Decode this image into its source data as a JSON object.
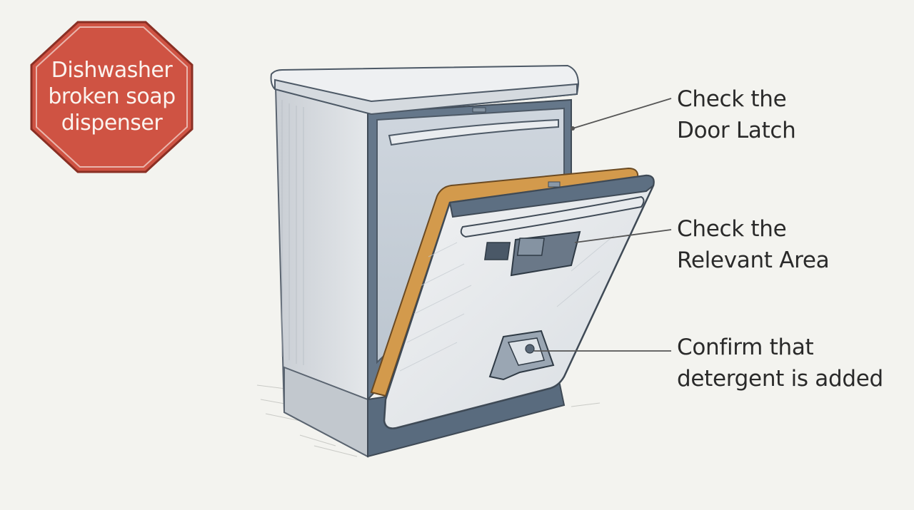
{
  "stop_sign": {
    "lines": [
      "Dishwasher",
      "broken soap",
      "dispenser"
    ],
    "color": "#cf5343"
  },
  "callouts": [
    {
      "lines": [
        "Check the",
        "Door Latch"
      ]
    },
    {
      "lines": [
        "Check the",
        "Relevant Area"
      ]
    },
    {
      "lines": [
        "Confirm that",
        "detergent is added"
      ]
    }
  ],
  "colors": {
    "background": "#f3f3ef",
    "appliance_body": "#dde1e5",
    "appliance_dark": "#566778",
    "door_gasket": "#d39a4c",
    "leader_line": "#555555"
  }
}
